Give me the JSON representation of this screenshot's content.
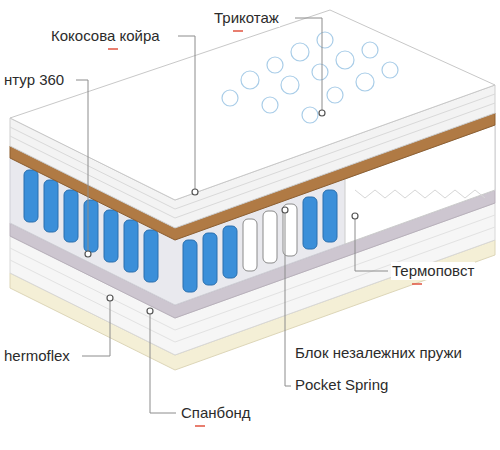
{
  "diagram": {
    "labels": [
      "Трикотаж",
      "Кокосова койра",
      "нтур 360",
      "Термоповст",
      "hermoflex",
      "Блок незалежних пружи",
      "Pocket Spring",
      "Спанбонд"
    ]
  }
}
